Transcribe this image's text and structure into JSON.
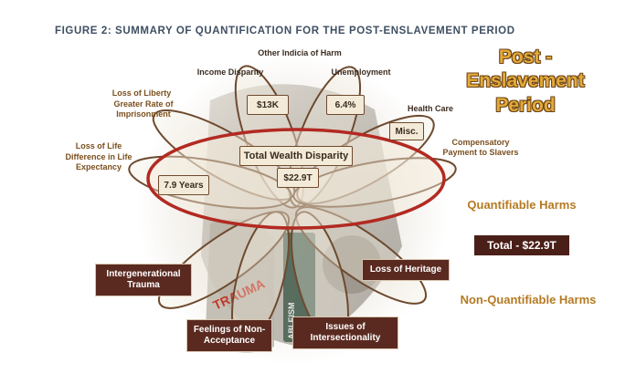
{
  "figure_title": "FIGURE 2: SUMMARY OF QUANTIFICATION FOR THE POST-ENSLAVEMENT PERIOD",
  "petal_labels": {
    "other_indicia": "Other Indicia of Harm",
    "income_disparity": "Income Disparity",
    "unemployment": "Unemployment",
    "health_care": "Health Care",
    "compensatory": "Compensatory Payment to Slavers",
    "loss_of_liberty": "Loss of Liberty",
    "loss_of_liberty_sub": "Greater Rate of Imprisonment",
    "loss_of_life": "Loss of Life",
    "loss_of_life_sub": "Difference in Life Expectancy"
  },
  "values": {
    "income": "$13K",
    "unemployment": "6.4%",
    "misc": "Misc.",
    "life_years": "7.9 Years",
    "total_wealth_label": "Total Wealth Disparity",
    "total_wealth_value": "$22.9T"
  },
  "non_quant_boxes": {
    "intergenerational": "Intergenerational Trauma",
    "heritage": "Loss of Heritage",
    "non_acceptance": "Feelings of Non-Acceptance",
    "intersectionality": "Issues of Intersectionality"
  },
  "right_panel": {
    "title": "Post - Enslavement Period",
    "quantifiable": "Quantifiable Harms",
    "total": "Total - $22.9T",
    "non_quantifiable": "Non-Quantifiable Harms"
  },
  "photo_words": {
    "trauma": "TRAUMA",
    "ableism": "ABLEISM"
  },
  "colors": {
    "petal_stroke": "#6e4a2e",
    "ellipse_stroke": "#b22a22",
    "box_fill": "#5a2a20",
    "gold": "#e3a93a"
  }
}
